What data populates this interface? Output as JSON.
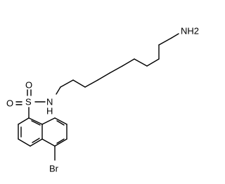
{
  "molecule": {
    "atoms": {
      "amine_terminal": "NH2",
      "sulfonamide_nitrogen": "N",
      "sulfonamide_hydrogen": "H",
      "sulfur": "S",
      "oxygen_upper": "O",
      "oxygen_lower": "O",
      "bromine": "Br"
    }
  }
}
